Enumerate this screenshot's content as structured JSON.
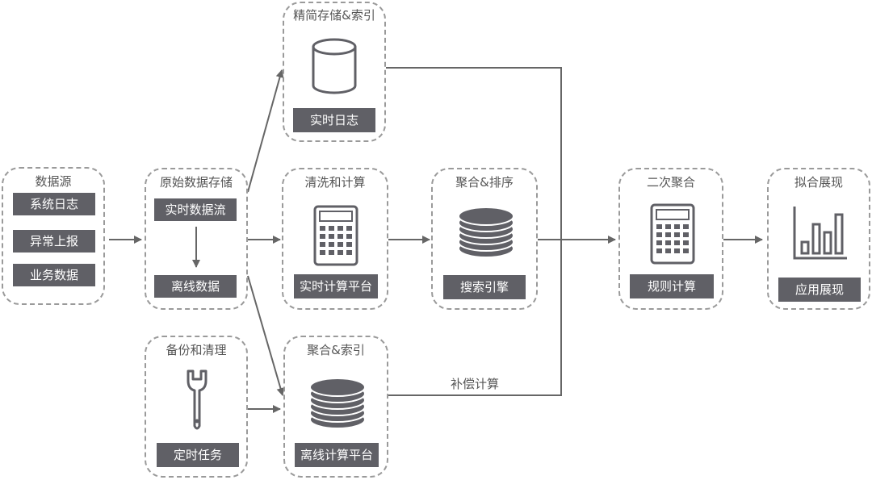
{
  "colors": {
    "border": "#9a9a9a",
    "chip_bg": "#606066",
    "chip_text": "#ffffff",
    "line": "#666666",
    "label": "#555555"
  },
  "groups": {
    "datasource": {
      "title": "数据源",
      "items": [
        "系统日志",
        "异常上报",
        "业务数据"
      ]
    },
    "raw_storage": {
      "title": "原始数据存储",
      "items": [
        "实时数据流",
        "离线数据"
      ]
    },
    "simple_storage": {
      "title": "精简存储&索引",
      "item": "实时日志",
      "icon": "cylinder-icon"
    },
    "clean_compute": {
      "title": "清洗和计算",
      "item": "实时计算平台",
      "icon": "calculator-icon"
    },
    "aggregate_sort": {
      "title": "聚合&排序",
      "item": "搜索引擎",
      "icon": "database-stack-icon"
    },
    "backup_clean": {
      "title": "备份和清理",
      "item": "定时任务",
      "icon": "wrench-icon"
    },
    "aggregate_index": {
      "title": "聚合&索引",
      "item": "离线计算平台",
      "icon": "database-stack-icon"
    },
    "second_aggregate": {
      "title": "二次聚合",
      "item": "规则计算",
      "icon": "calculator-icon"
    },
    "fit_display": {
      "title": "拟合展现",
      "item": "应用展现",
      "icon": "bar-chart-icon"
    }
  },
  "connector_labels": {
    "compensation": "补偿计算"
  }
}
